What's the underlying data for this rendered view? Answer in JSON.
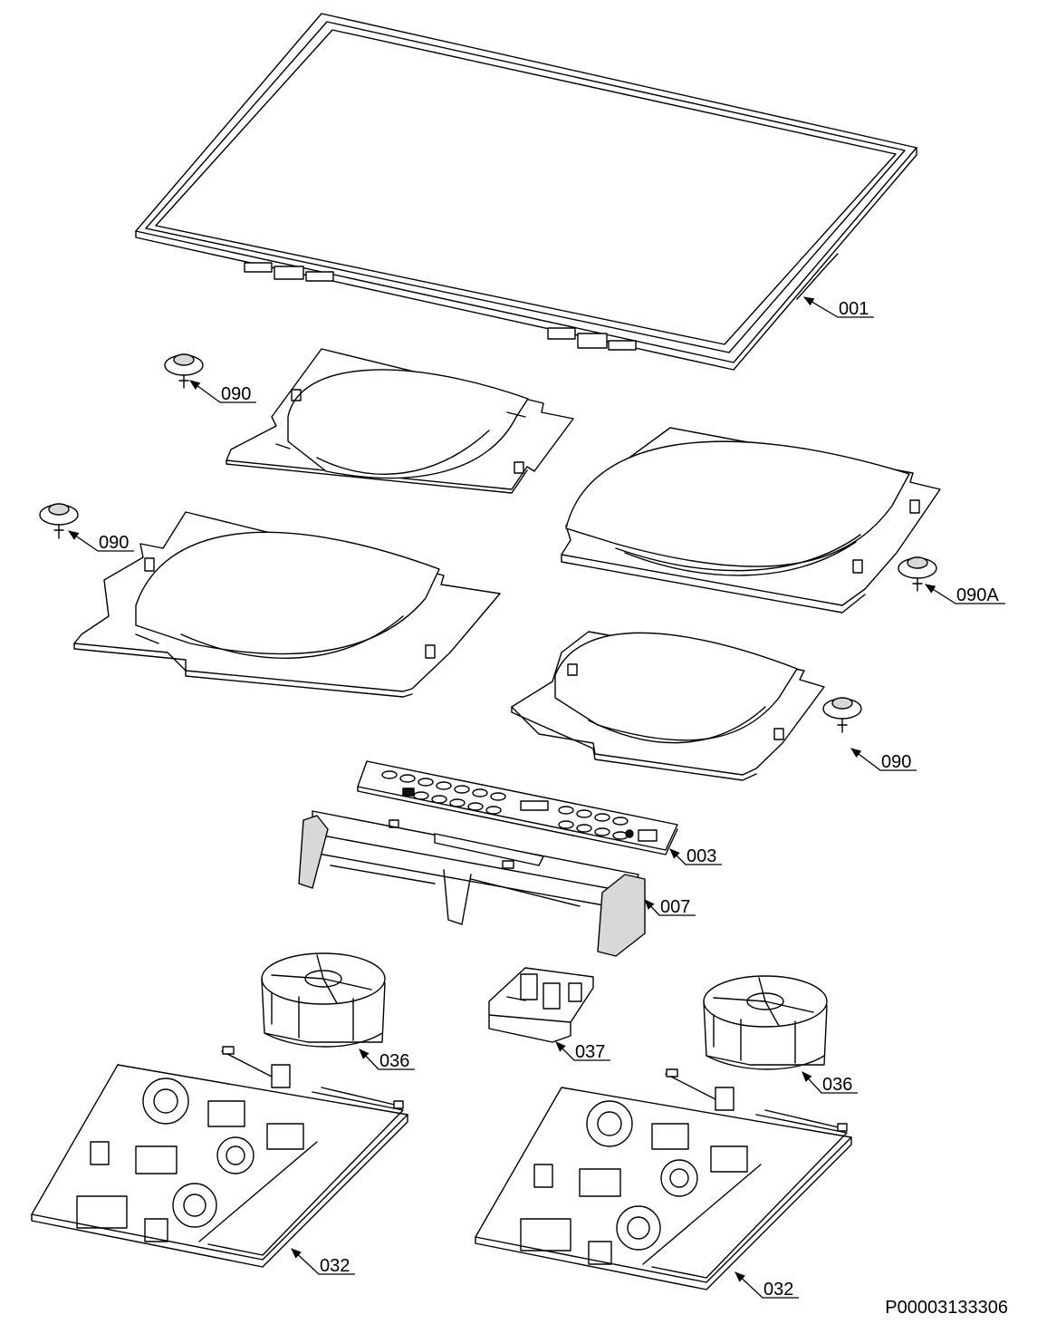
{
  "document_id": "P00003133306",
  "callouts": {
    "glass_top": "001",
    "sensor_tl": "090",
    "sensor_ml": "090",
    "sensor_r": "090A",
    "sensor_br": "090",
    "control_board": "003",
    "frame": "007",
    "fan_left": "036",
    "relay_module": "037",
    "fan_right": "036",
    "power_board_left": "032",
    "power_board_right": "032"
  }
}
